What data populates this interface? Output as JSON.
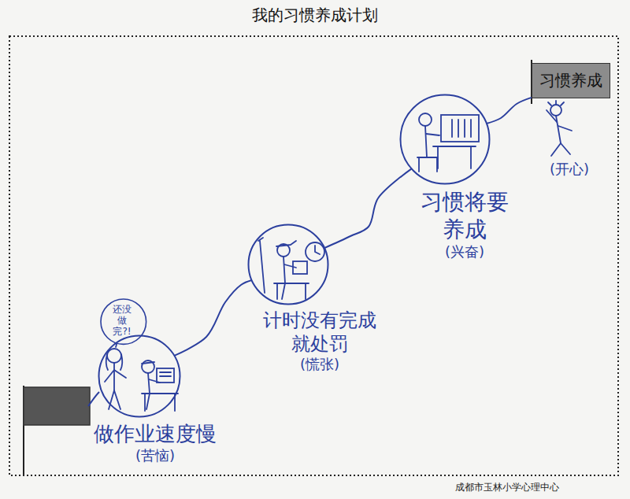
{
  "diagram": {
    "title": "我的习惯养成计划",
    "nodes": [
      {
        "text": [
          "还没做完?!"
        ]
      },
      {
        "text": [
          "做作业速度慢",
          "(苦恼)"
        ]
      },
      {
        "text": [
          "计时没有完成 就处罚",
          "(慌张)"
        ]
      },
      {
        "text": [
          "习惯将要 养成",
          "(兴奋)"
        ]
      },
      {
        "text": [
          "习惯养成"
        ]
      }
    ],
    "edges": [
      {
        "from": 1,
        "to": 2,
        "arrow": "none"
      },
      {
        "from": 2,
        "to": 3,
        "arrow": "none"
      },
      {
        "from": 3,
        "to": 4,
        "arrow": "none"
      }
    ],
    "labels": [
      "(开心)",
      "成都市玉林小学心理中心"
    ]
  }
}
